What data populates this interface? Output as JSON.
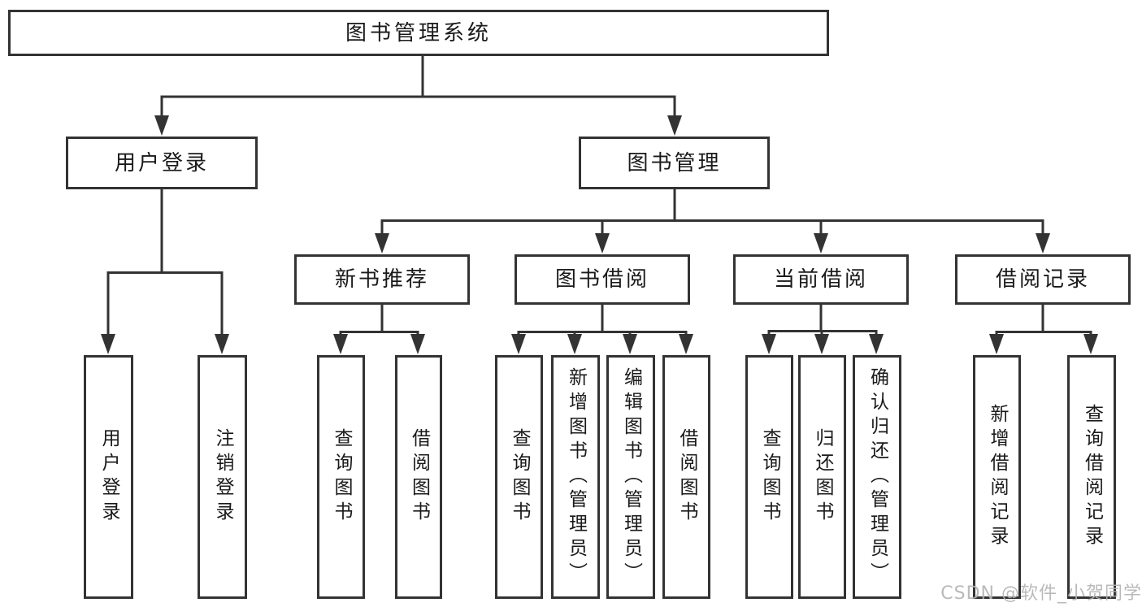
{
  "diagram": {
    "root": {
      "label": "图书管理系统",
      "children": [
        {
          "label": "用户登录",
          "children": [
            {
              "label": "用户登录"
            },
            {
              "label": "注销登录"
            }
          ]
        },
        {
          "label": "图书管理",
          "children": [
            {
              "label": "新书推荐",
              "children": [
                {
                  "label": "查询图书"
                },
                {
                  "label": "借阅图书"
                }
              ]
            },
            {
              "label": "图书借阅",
              "children": [
                {
                  "label": "查询图书"
                },
                {
                  "label": "新增图书（管理员）"
                },
                {
                  "label": "编辑图书（管理员）"
                },
                {
                  "label": "借阅图书"
                }
              ]
            },
            {
              "label": "当前借阅",
              "children": [
                {
                  "label": "查询图书"
                },
                {
                  "label": "归还图书"
                },
                {
                  "label": "确认归还（管理员）"
                }
              ]
            },
            {
              "label": "借阅记录",
              "children": [
                {
                  "label": "新增借阅记录"
                },
                {
                  "label": "查询借阅记录"
                }
              ]
            }
          ]
        }
      ]
    }
  },
  "watermark": {
    "label": "CSDN @软件_小贺同学"
  },
  "colors": {
    "line": "#333333",
    "text": "#1a1a1a",
    "watermark": "#b3b3b3",
    "background": "#ffffff"
  }
}
